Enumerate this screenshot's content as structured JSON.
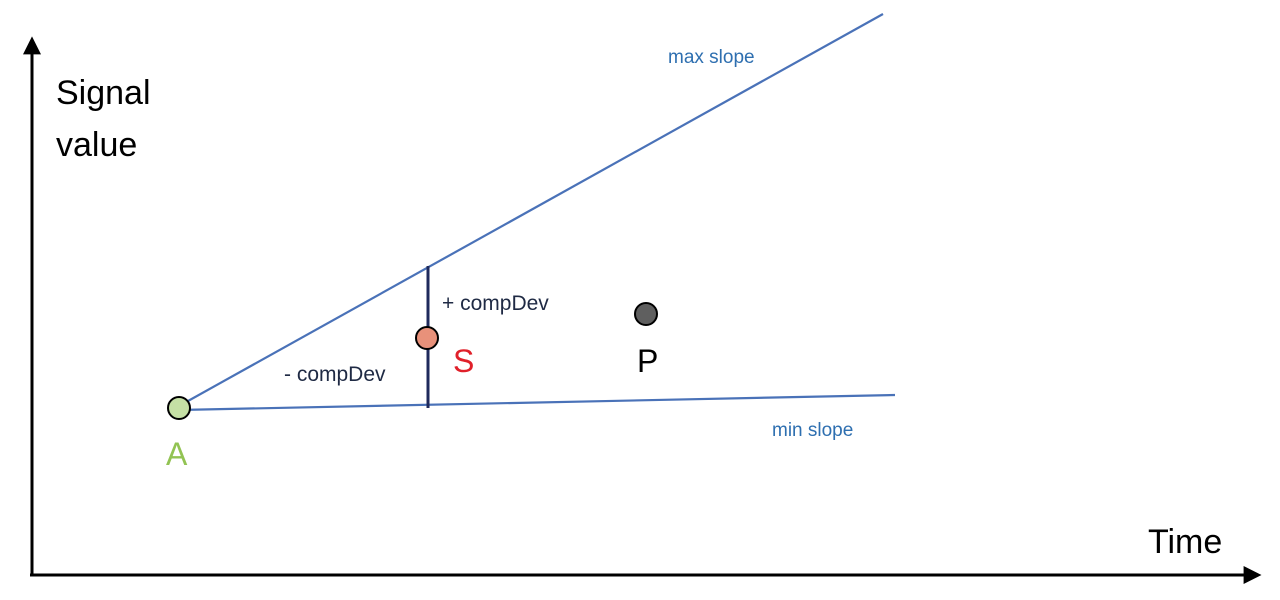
{
  "axes": {
    "y_label_line1": "Signal",
    "y_label_line2": "value",
    "x_label": "Time"
  },
  "lines": {
    "max_slope_label": "max slope",
    "min_slope_label": "min slope"
  },
  "deviation": {
    "plus_label": "+ compDev",
    "minus_label": "- compDev"
  },
  "points": {
    "a": {
      "label": "A",
      "color": "#c5e0a5",
      "label_color": "#92c353"
    },
    "s": {
      "label": "S",
      "color": "#e8917a",
      "label_color": "#e0202a"
    },
    "p": {
      "label": "P",
      "color": "#5f5f5f",
      "label_color": "#000000"
    }
  },
  "colors": {
    "slope_line": "#4a72b8",
    "slope_label": "#2e6fb0",
    "deviation_bar": "#1f2a5c",
    "axis": "#000000"
  }
}
